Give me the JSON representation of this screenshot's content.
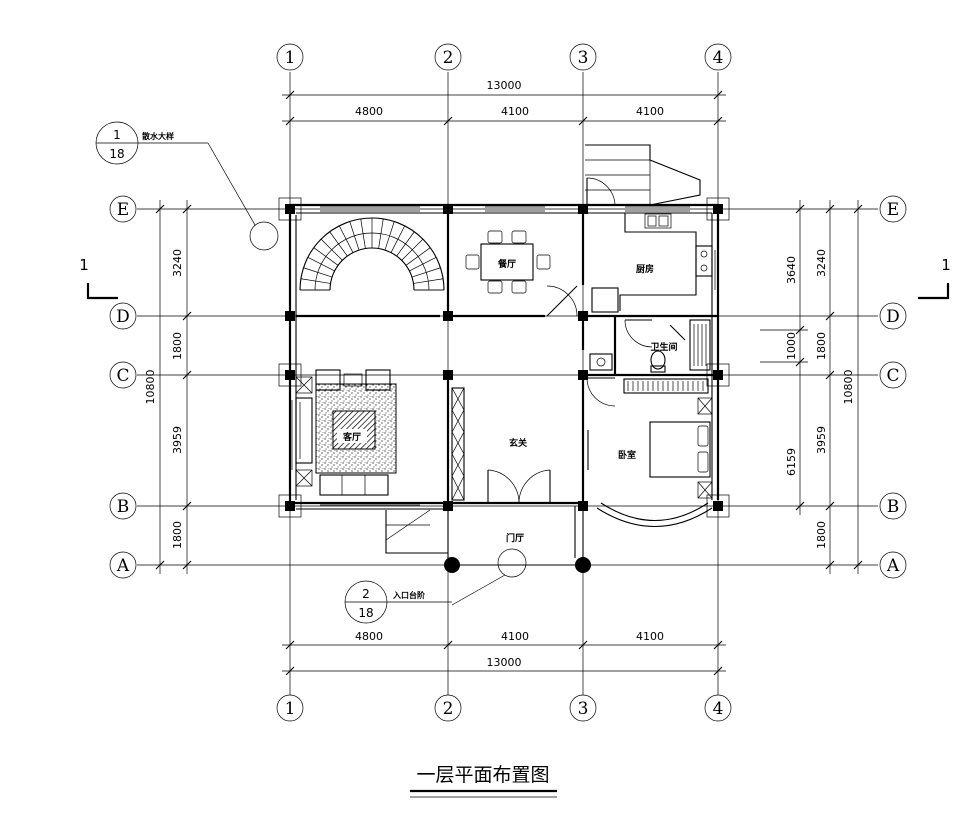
{
  "drawing": {
    "title": "一层平面布置图",
    "axes_numeric": [
      "1",
      "2",
      "3",
      "4"
    ],
    "axes_alpha": [
      "E",
      "D",
      "C",
      "B",
      "A"
    ],
    "top_dims": {
      "total": "13000",
      "spans": [
        "4800",
        "4100",
        "4100"
      ]
    },
    "bottom_dims": {
      "total": "13000",
      "spans": [
        "4800",
        "4100",
        "4100"
      ]
    },
    "left_dims": {
      "total": "10800",
      "spans": [
        "3240",
        "1800",
        "3959",
        "1800"
      ]
    },
    "right_outer_dims": {
      "total": "10800",
      "spans": [
        "3240",
        "1800",
        "3959",
        "1800"
      ]
    },
    "right_inner_dims": {
      "spans": [
        "3640",
        "1000",
        "6159"
      ]
    },
    "section_marks": {
      "left": "1",
      "right": "1"
    },
    "detail_callouts": [
      {
        "num": "1",
        "sheet": "18",
        "label": "散水大样"
      },
      {
        "num": "2",
        "sheet": "18",
        "label": "入口台阶"
      }
    ],
    "rooms": {
      "dining": "餐厅",
      "kitchen": "厨房",
      "bath": "卫生间",
      "living": "客厅",
      "foyer": "玄关",
      "bedroom": "卧室",
      "porch": "门厅"
    }
  }
}
